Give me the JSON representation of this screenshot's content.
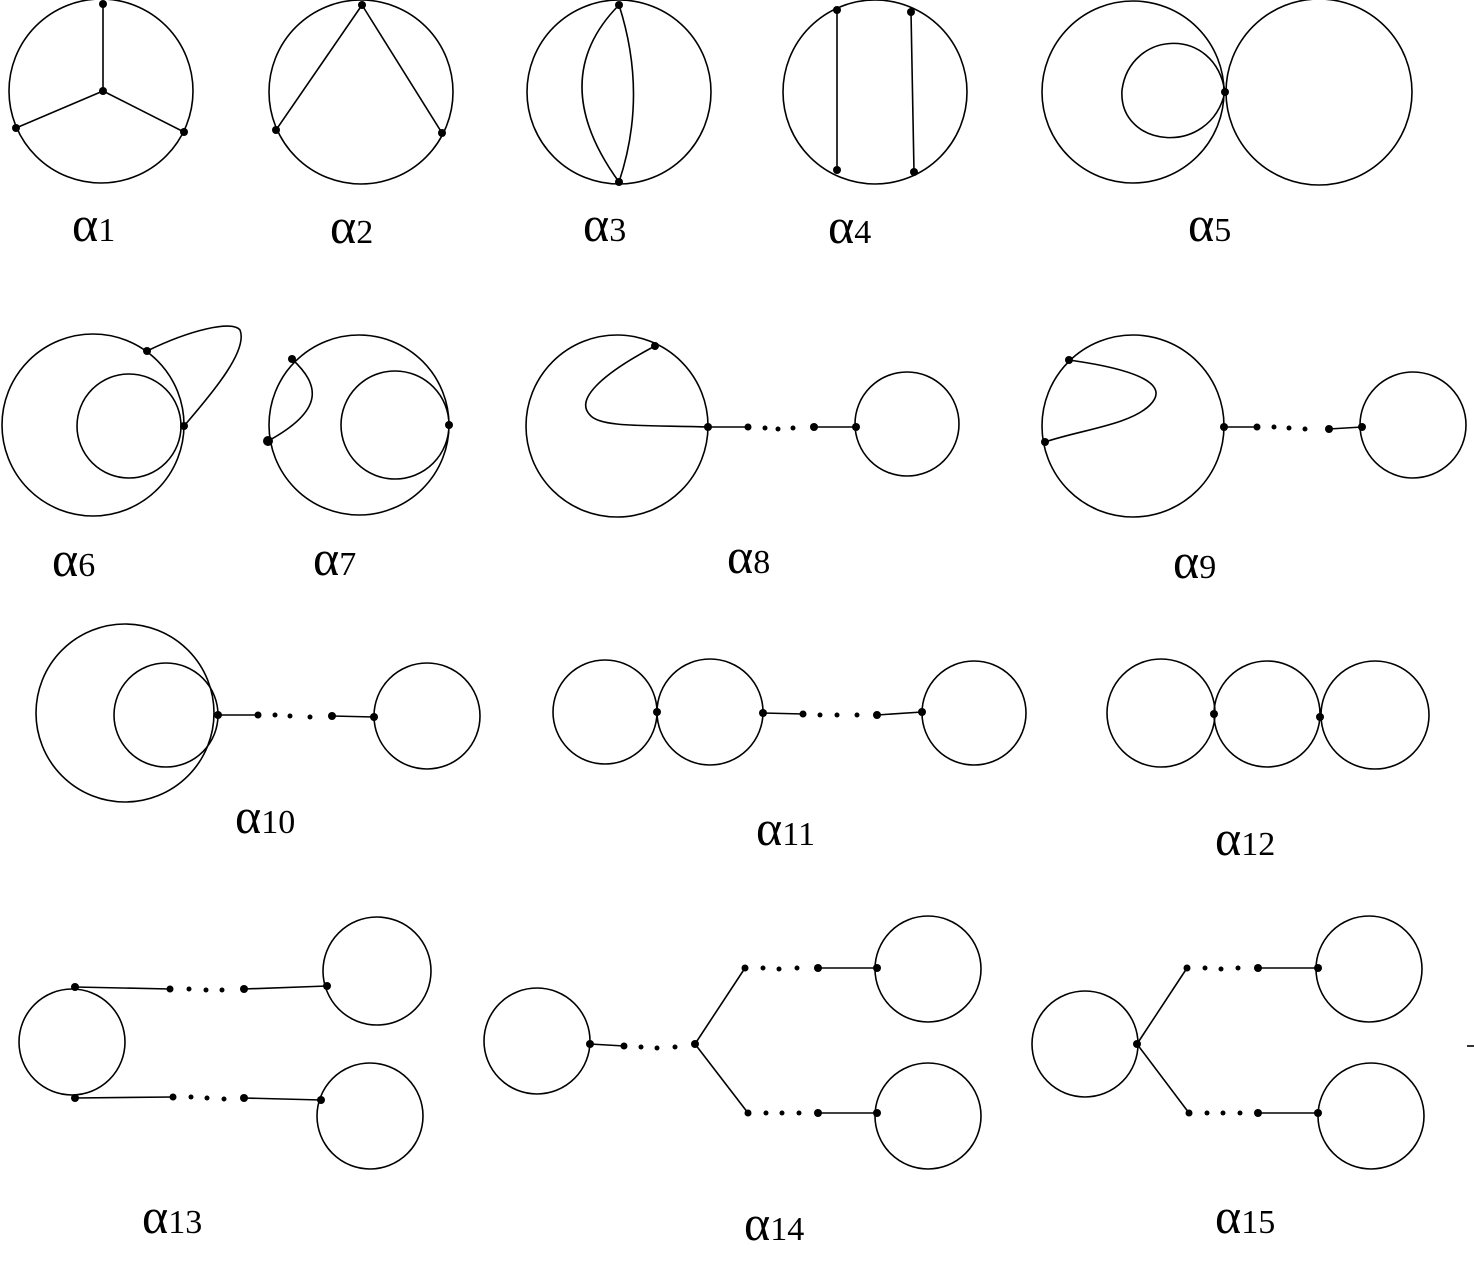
{
  "figure": {
    "labels": [
      {
        "symbol": "α",
        "index": "1"
      },
      {
        "symbol": "α",
        "index": "2"
      },
      {
        "symbol": "α",
        "index": "3"
      },
      {
        "symbol": "α",
        "index": "4"
      },
      {
        "symbol": "α",
        "index": "5"
      },
      {
        "symbol": "α",
        "index": "6"
      },
      {
        "symbol": "α",
        "index": "7"
      },
      {
        "symbol": "α",
        "index": "8"
      },
      {
        "symbol": "α",
        "index": "9"
      },
      {
        "symbol": "α",
        "index": "10"
      },
      {
        "symbol": "α",
        "index": "11"
      },
      {
        "symbol": "α",
        "index": "12"
      },
      {
        "symbol": "α",
        "index": "13"
      },
      {
        "symbol": "α",
        "index": "14"
      },
      {
        "symbol": "α",
        "index": "15"
      }
    ],
    "colors": {
      "stroke": "#000000",
      "background": "#ffffff"
    }
  }
}
